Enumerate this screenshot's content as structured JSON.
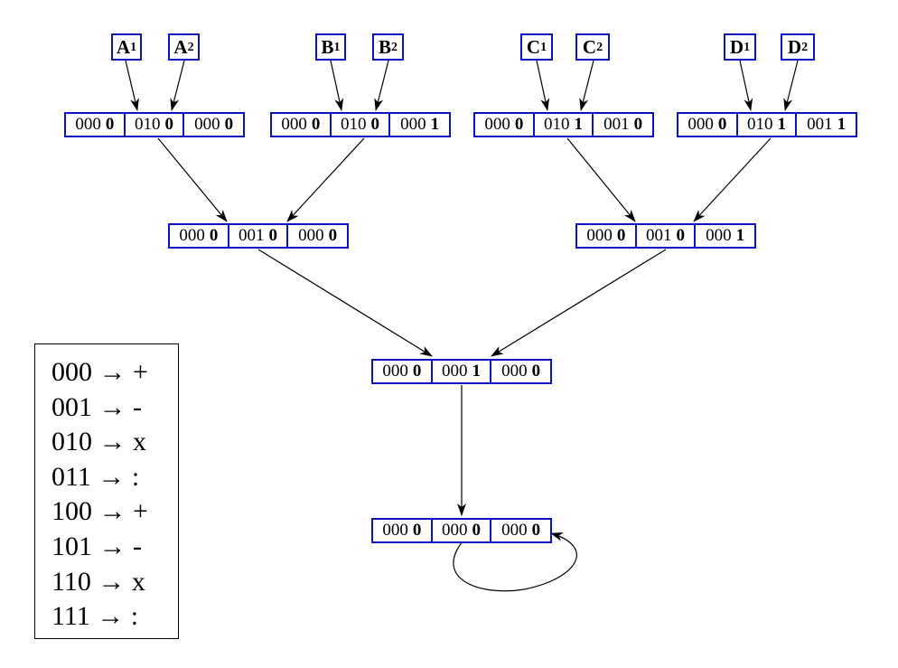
{
  "inputs": [
    {
      "letter": "A",
      "sub": "1"
    },
    {
      "letter": "A",
      "sub": "2"
    },
    {
      "letter": "B",
      "sub": "1"
    },
    {
      "letter": "B",
      "sub": "2"
    },
    {
      "letter": "C",
      "sub": "1"
    },
    {
      "letter": "C",
      "sub": "2"
    },
    {
      "letter": "D",
      "sub": "1"
    },
    {
      "letter": "D",
      "sub": "2"
    }
  ],
  "level1": [
    {
      "cells": [
        {
          "code": "000",
          "bit": "0"
        },
        {
          "code": "010",
          "bit": "0"
        },
        {
          "code": "000",
          "bit": "0"
        }
      ]
    },
    {
      "cells": [
        {
          "code": "000",
          "bit": "0"
        },
        {
          "code": "010",
          "bit": "0"
        },
        {
          "code": "000",
          "bit": "1"
        }
      ]
    },
    {
      "cells": [
        {
          "code": "000",
          "bit": "0"
        },
        {
          "code": "010",
          "bit": "1"
        },
        {
          "code": "001",
          "bit": "0"
        }
      ]
    },
    {
      "cells": [
        {
          "code": "000",
          "bit": "0"
        },
        {
          "code": "010",
          "bit": "1"
        },
        {
          "code": "001",
          "bit": "1"
        }
      ]
    }
  ],
  "level2": [
    {
      "cells": [
        {
          "code": "000",
          "bit": "0"
        },
        {
          "code": "001",
          "bit": "0"
        },
        {
          "code": "000",
          "bit": "0"
        }
      ]
    },
    {
      "cells": [
        {
          "code": "000",
          "bit": "0"
        },
        {
          "code": "001",
          "bit": "0"
        },
        {
          "code": "000",
          "bit": "1"
        }
      ]
    }
  ],
  "level3": [
    {
      "cells": [
        {
          "code": "000",
          "bit": "0"
        },
        {
          "code": "000",
          "bit": "1"
        },
        {
          "code": "000",
          "bit": "0"
        }
      ]
    }
  ],
  "level4": [
    {
      "cells": [
        {
          "code": "000",
          "bit": "0"
        },
        {
          "code": "000",
          "bit": "0"
        },
        {
          "code": "000",
          "bit": "0"
        }
      ]
    }
  ],
  "legend": [
    {
      "code": "000",
      "arrow": "→",
      "op": "+"
    },
    {
      "code": "001",
      "arrow": "→",
      "op": "-"
    },
    {
      "code": "010",
      "arrow": "→",
      "op": "x"
    },
    {
      "code": "011",
      "arrow": "→",
      "op": ":"
    },
    {
      "code": "100",
      "arrow": "→",
      "op": "+"
    },
    {
      "code": "101",
      "arrow": "→",
      "op": "-"
    },
    {
      "code": "110",
      "arrow": "→",
      "op": "x"
    },
    {
      "code": "111",
      "arrow": "→",
      "op": ":"
    }
  ],
  "colors": {
    "box_border": "#1010c0",
    "line": "#000000"
  }
}
